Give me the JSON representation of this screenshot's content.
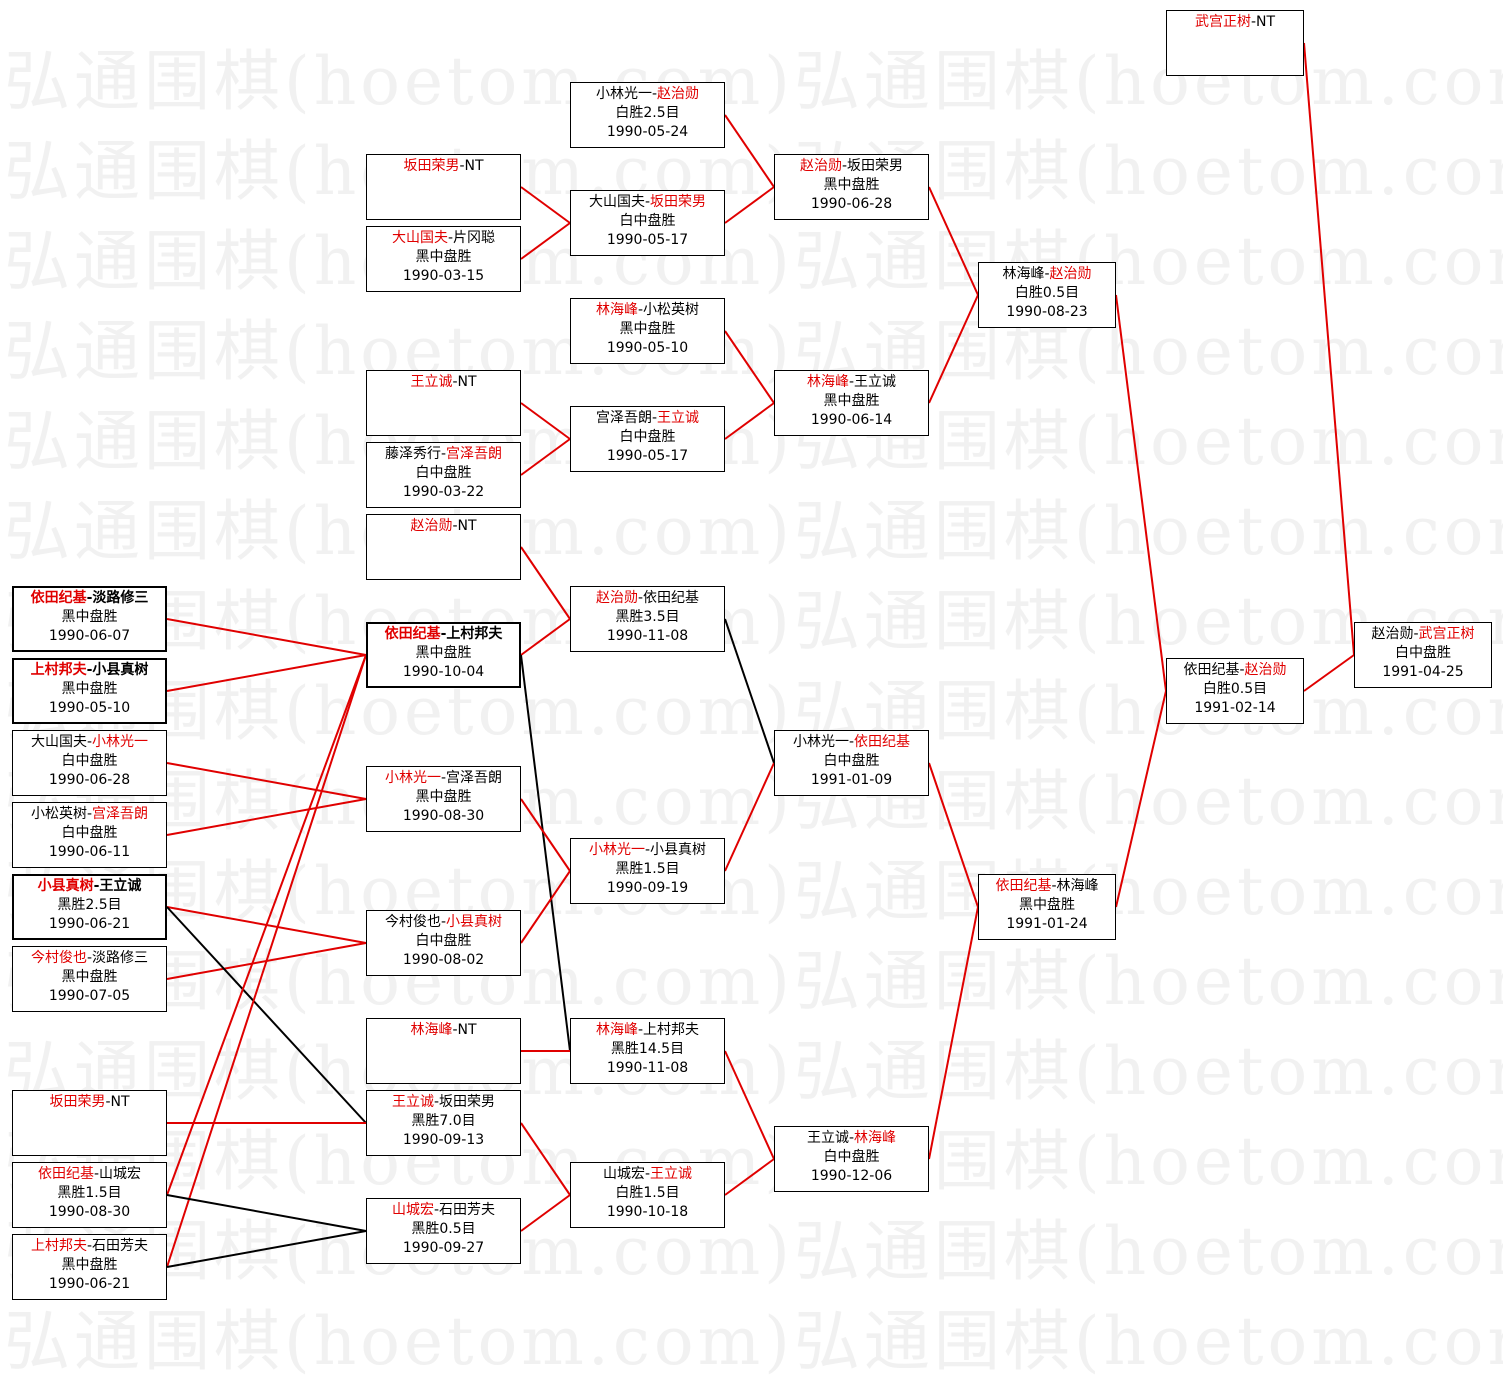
{
  "watermark": "弘通围棋(hoetom.com)",
  "colors": {
    "winner": "#e00000",
    "text": "#000000",
    "line_red": "#e00000",
    "line_black": "#000000",
    "watermark": "#f1f1f1"
  },
  "games": [
    {
      "id": "g1",
      "p1": "依田纪基",
      "p2": "淡路修三",
      "winner": 1,
      "result": "黑中盘胜",
      "date": "1990-06-07",
      "bold": true
    },
    {
      "id": "g2",
      "p1": "上村邦夫",
      "p2": "小县真树",
      "winner": 1,
      "result": "黑中盘胜",
      "date": "1990-05-10",
      "bold": true
    },
    {
      "id": "g3",
      "p1": "大山国夫",
      "p2": "小林光一",
      "winner": 2,
      "result": "白中盘胜",
      "date": "1990-06-28"
    },
    {
      "id": "g4",
      "p1": "小松英树",
      "p2": "宫泽吾朗",
      "winner": 2,
      "result": "白中盘胜",
      "date": "1990-06-11"
    },
    {
      "id": "g5",
      "p1": "小县真树",
      "p2": "王立诚",
      "winner": 1,
      "result": "黑胜2.5目",
      "date": "1990-06-21",
      "bold": true
    },
    {
      "id": "g6",
      "p1": "今村俊也",
      "p2": "淡路修三",
      "winner": 1,
      "result": "黑中盘胜",
      "date": "1990-07-05"
    },
    {
      "id": "g7",
      "p1": "坂田荣男",
      "p2": "NT",
      "winner": 1,
      "result": "",
      "date": ""
    },
    {
      "id": "g8",
      "p1": "依田纪基",
      "p2": "山城宏",
      "winner": 1,
      "result": "黑胜1.5目",
      "date": "1990-08-30"
    },
    {
      "id": "g9",
      "p1": "上村邦夫",
      "p2": "石田芳夫",
      "winner": 1,
      "result": "黑中盘胜",
      "date": "1990-06-21"
    },
    {
      "id": "g10",
      "p1": "坂田荣男",
      "p2": "NT",
      "winner": 1,
      "result": "",
      "date": ""
    },
    {
      "id": "g11",
      "p1": "大山国夫",
      "p2": "片冈聪",
      "winner": 1,
      "result": "黑中盘胜",
      "date": "1990-03-15"
    },
    {
      "id": "g12",
      "p1": "王立诚",
      "p2": "NT",
      "winner": 1,
      "result": "",
      "date": ""
    },
    {
      "id": "g13",
      "p1": "藤泽秀行",
      "p2": "宫泽吾朗",
      "winner": 2,
      "result": "白中盘胜",
      "date": "1990-03-22"
    },
    {
      "id": "g14",
      "p1": "赵治勋",
      "p2": "NT",
      "winner": 1,
      "result": "",
      "date": ""
    },
    {
      "id": "g15",
      "p1": "依田纪基",
      "p2": "上村邦夫",
      "winner": 1,
      "result": "黑中盘胜",
      "date": "1990-10-04",
      "bold": true
    },
    {
      "id": "g16",
      "p1": "小林光一",
      "p2": "宫泽吾朗",
      "winner": 1,
      "result": "黑中盘胜",
      "date": "1990-08-30"
    },
    {
      "id": "g17",
      "p1": "今村俊也",
      "p2": "小县真树",
      "winner": 2,
      "result": "白中盘胜",
      "date": "1990-08-02"
    },
    {
      "id": "g18",
      "p1": "林海峰",
      "p2": "NT",
      "winner": 1,
      "result": "",
      "date": ""
    },
    {
      "id": "g19",
      "p1": "王立诚",
      "p2": "坂田荣男",
      "winner": 1,
      "result": "黑胜7.0目",
      "date": "1990-09-13"
    },
    {
      "id": "g20",
      "p1": "山城宏",
      "p2": "石田芳夫",
      "winner": 1,
      "result": "黑胜0.5目",
      "date": "1990-09-27"
    },
    {
      "id": "g21",
      "p1": "小林光一",
      "p2": "赵治勋",
      "winner": 2,
      "result": "白胜2.5目",
      "date": "1990-05-24"
    },
    {
      "id": "g22",
      "p1": "大山国夫",
      "p2": "坂田荣男",
      "winner": 2,
      "result": "白中盘胜",
      "date": "1990-05-17"
    },
    {
      "id": "g23",
      "p1": "林海峰",
      "p2": "小松英树",
      "winner": 1,
      "result": "黑中盘胜",
      "date": "1990-05-10"
    },
    {
      "id": "g24",
      "p1": "宫泽吾朗",
      "p2": "王立诚",
      "winner": 2,
      "result": "白中盘胜",
      "date": "1990-05-17"
    },
    {
      "id": "g25",
      "p1": "赵治勋",
      "p2": "依田纪基",
      "winner": 1,
      "result": "黑胜3.5目",
      "date": "1990-11-08"
    },
    {
      "id": "g26",
      "p1": "小林光一",
      "p2": "小县真树",
      "winner": 1,
      "result": "黑胜1.5目",
      "date": "1990-09-19"
    },
    {
      "id": "g27",
      "p1": "林海峰",
      "p2": "上村邦夫",
      "winner": 1,
      "result": "黑胜14.5目",
      "date": "1990-11-08"
    },
    {
      "id": "g28",
      "p1": "山城宏",
      "p2": "王立诚",
      "winner": 2,
      "result": "白胜1.5目",
      "date": "1990-10-18"
    },
    {
      "id": "g29",
      "p1": "赵治勋",
      "p2": "坂田荣男",
      "winner": 1,
      "result": "黑中盘胜",
      "date": "1990-06-28"
    },
    {
      "id": "g30",
      "p1": "林海峰",
      "p2": "王立诚",
      "winner": 1,
      "result": "黑中盘胜",
      "date": "1990-06-14"
    },
    {
      "id": "g31",
      "p1": "小林光一",
      "p2": "依田纪基",
      "winner": 2,
      "result": "白中盘胜",
      "date": "1991-01-09"
    },
    {
      "id": "g32",
      "p1": "王立诚",
      "p2": "林海峰",
      "winner": 2,
      "result": "白中盘胜",
      "date": "1990-12-06"
    },
    {
      "id": "g33",
      "p1": "林海峰",
      "p2": "赵治勋",
      "winner": 2,
      "result": "白胜0.5目",
      "date": "1990-08-23"
    },
    {
      "id": "g34",
      "p1": "依田纪基",
      "p2": "林海峰",
      "winner": 1,
      "result": "黑中盘胜",
      "date": "1991-01-24"
    },
    {
      "id": "g35",
      "p1": "武宫正树",
      "p2": "NT",
      "winner": 1,
      "result": "",
      "date": ""
    },
    {
      "id": "g36",
      "p1": "依田纪基",
      "p2": "赵治勋",
      "winner": 2,
      "result": "白胜0.5目",
      "date": "1991-02-14"
    },
    {
      "id": "g37",
      "p1": "赵治勋",
      "p2": "武宫正树",
      "winner": 2,
      "result": "白中盘胜",
      "date": "1991-04-25"
    }
  ],
  "connections": [
    {
      "from": "g1",
      "to": "g15",
      "color": "red"
    },
    {
      "from": "g2",
      "to": "g15",
      "color": "red"
    },
    {
      "from": "g3",
      "to": "g16",
      "color": "red"
    },
    {
      "from": "g4",
      "to": "g16",
      "color": "red"
    },
    {
      "from": "g5",
      "to": "g17",
      "color": "red"
    },
    {
      "from": "g6",
      "to": "g17",
      "color": "red"
    },
    {
      "from": "g5",
      "to": "g19",
      "color": "black"
    },
    {
      "from": "g7",
      "to": "g19",
      "color": "red"
    },
    {
      "from": "g8",
      "to": "g15",
      "color": "red"
    },
    {
      "from": "g9",
      "to": "g15",
      "color": "red"
    },
    {
      "from": "g8",
      "to": "g20",
      "color": "black"
    },
    {
      "from": "g9",
      "to": "g20",
      "color": "black"
    },
    {
      "from": "g10",
      "to": "g22",
      "color": "red"
    },
    {
      "from": "g11",
      "to": "g22",
      "color": "red"
    },
    {
      "from": "g12",
      "to": "g24",
      "color": "red"
    },
    {
      "from": "g13",
      "to": "g24",
      "color": "red"
    },
    {
      "from": "g14",
      "to": "g25",
      "color": "red"
    },
    {
      "from": "g15",
      "to": "g25",
      "color": "red"
    },
    {
      "from": "g15",
      "to": "g27",
      "color": "black"
    },
    {
      "from": "g16",
      "to": "g26",
      "color": "red"
    },
    {
      "from": "g17",
      "to": "g26",
      "color": "red"
    },
    {
      "from": "g18",
      "to": "g27",
      "color": "red"
    },
    {
      "from": "g19",
      "to": "g28",
      "color": "red"
    },
    {
      "from": "g20",
      "to": "g28",
      "color": "red"
    },
    {
      "from": "g21",
      "to": "g29",
      "color": "red"
    },
    {
      "from": "g22",
      "to": "g29",
      "color": "red"
    },
    {
      "from": "g23",
      "to": "g30",
      "color": "red"
    },
    {
      "from": "g24",
      "to": "g30",
      "color": "red"
    },
    {
      "from": "g25",
      "to": "g31",
      "color": "black"
    },
    {
      "from": "g26",
      "to": "g31",
      "color": "red"
    },
    {
      "from": "g27",
      "to": "g32",
      "color": "red"
    },
    {
      "from": "g28",
      "to": "g32",
      "color": "red"
    },
    {
      "from": "g29",
      "to": "g33",
      "color": "red"
    },
    {
      "from": "g30",
      "to": "g33",
      "color": "red"
    },
    {
      "from": "g31",
      "to": "g34",
      "color": "red"
    },
    {
      "from": "g32",
      "to": "g34",
      "color": "red"
    },
    {
      "from": "g33",
      "to": "g36",
      "color": "red"
    },
    {
      "from": "g34",
      "to": "g36",
      "color": "red"
    },
    {
      "from": "g35",
      "to": "g37",
      "color": "red"
    },
    {
      "from": "g36",
      "to": "g37",
      "color": "red"
    }
  ]
}
